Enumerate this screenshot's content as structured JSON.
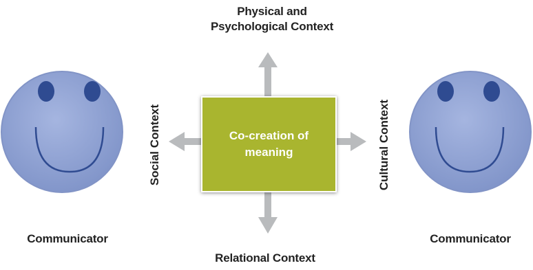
{
  "diagram": {
    "center": {
      "line1": "Co-creation of",
      "line2": "meaning"
    },
    "contexts": {
      "top_line1": "Physical and",
      "top_line2": "Psychological Context",
      "bottom": "Relational Context",
      "left": "Social Context",
      "right": "Cultural Context"
    },
    "communicators": {
      "left": "Communicator",
      "right": "Communicator"
    },
    "colors": {
      "face_fill": "#8fa2d3",
      "face_stroke": "#6d7fb8",
      "face_features": "#2f4b91",
      "center_box": "#a9b52f",
      "arrows": "#b9bbbd"
    }
  }
}
